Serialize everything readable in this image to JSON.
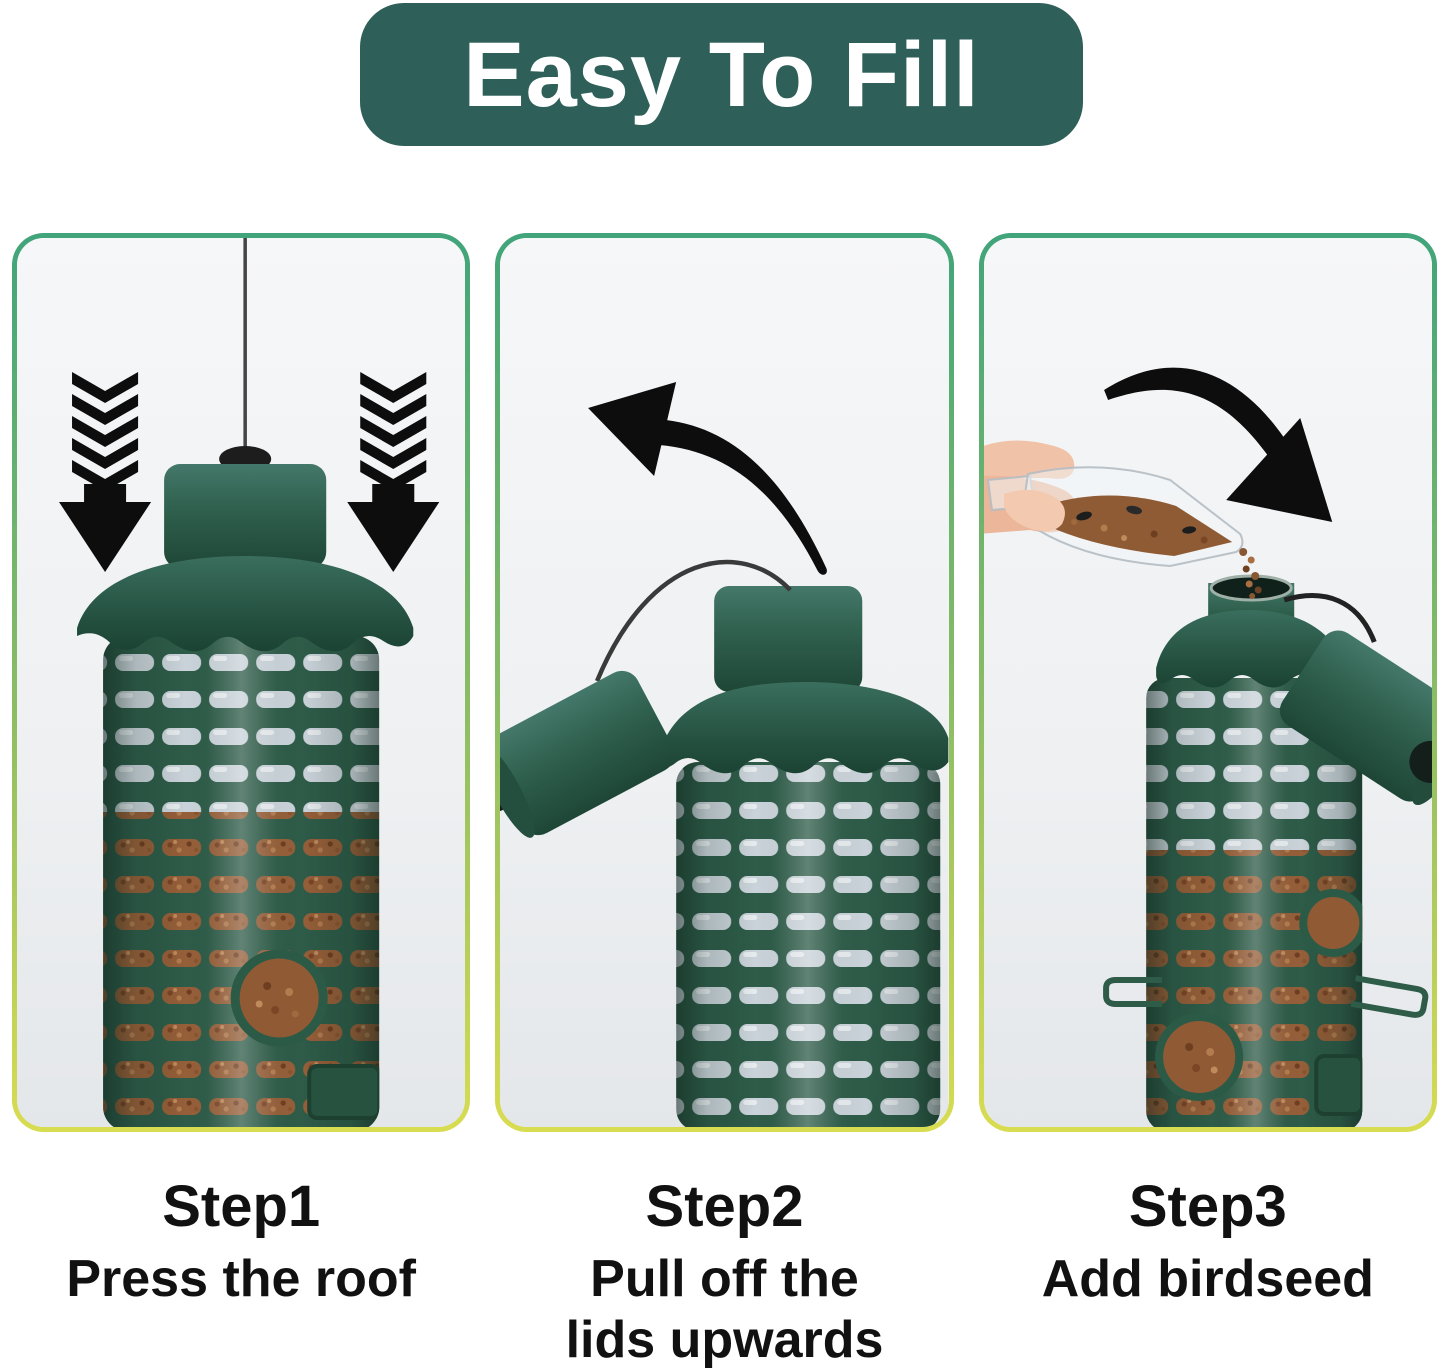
{
  "title": "Easy To Fill",
  "steps": [
    {
      "label": "Step1",
      "caption_lines": [
        "Press the roof",
        ""
      ],
      "icon": "double-down-arrows-icon",
      "photo": "feeder-hanging-press-roof"
    },
    {
      "label": "Step2",
      "caption_lines": [
        "Pull off the",
        "lids upwards"
      ],
      "icon": "curved-arrow-up-left-icon",
      "photo": "feeder-lid-pulled-off"
    },
    {
      "label": "Step3",
      "caption_lines": [
        "Add birdseed",
        ""
      ],
      "icon": "curved-arrow-down-right-icon",
      "photo": "hand-scoop-pouring-birdseed"
    }
  ],
  "colors": {
    "banner_bg": "#2E5F58",
    "banner_text": "#FFFFFF",
    "panel_border_top": "#41A47A",
    "panel_border_bottom": "#D8DC51",
    "photo_bg": "#F2F4F5",
    "feeder_green": "#2E5C49",
    "feeder_green_dark": "#1E4636",
    "seed_brown": "#955F39",
    "arrow_black": "#0D0D0D",
    "caption_text": "#111111"
  }
}
